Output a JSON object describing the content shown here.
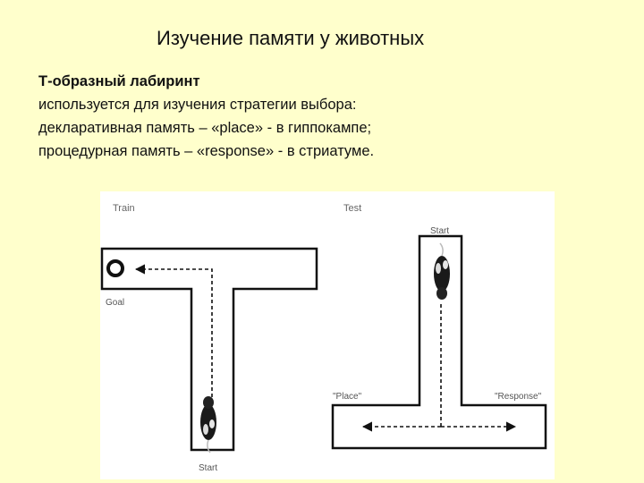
{
  "slide": {
    "title": "Изучение памяти у животных",
    "heading": "Т-образный лабиринт",
    "lines": [
      "используется для изучения стратегии выбора:",
      "декларативная память – «place» - в гиппокампе;",
      "процедурная память – «response» - в стриатуме."
    ]
  },
  "figure": {
    "train": {
      "panel_label": "Train",
      "goal_label": "Goal",
      "start_label": "Start"
    },
    "test": {
      "panel_label": "Test",
      "start_label": "Start",
      "place_label": "\"Place\"",
      "response_label": "\"Response\""
    }
  }
}
